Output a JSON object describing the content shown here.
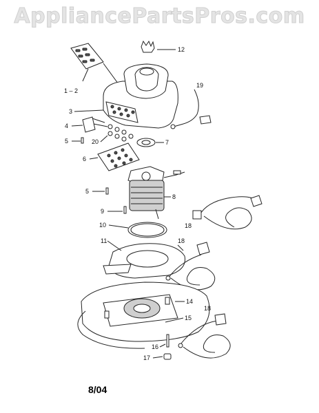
{
  "watermark": "AppliancePartsPros.com",
  "diagram_date": "8/04",
  "callouts": {
    "c12": "12",
    "c1_2": "1 – 2",
    "c3": "3",
    "c4": "4",
    "c5a": "5",
    "c20": "20",
    "c6": "6",
    "c19": "19",
    "c7": "7",
    "c5b": "5",
    "c8": "8",
    "c9": "9",
    "c10": "10",
    "c18a": "18",
    "c11": "11",
    "c18b": "18",
    "c14": "14",
    "c15": "15",
    "c18c": "18",
    "c16": "16",
    "c17": "17"
  }
}
